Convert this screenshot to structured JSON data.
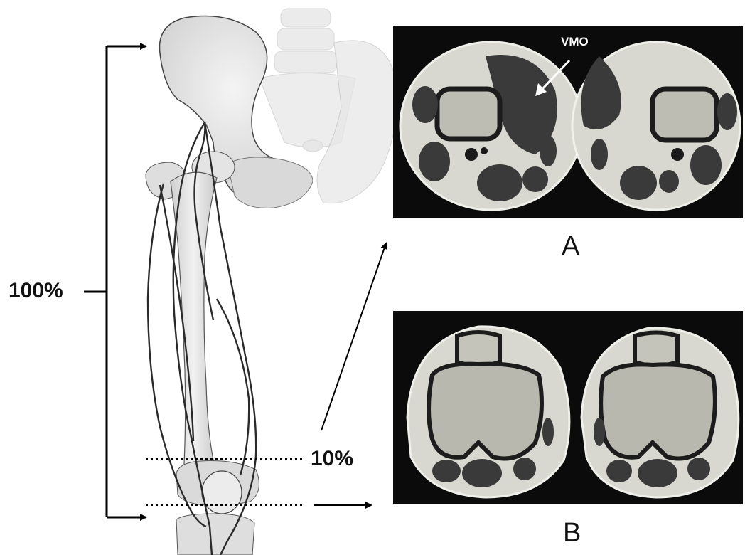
{
  "labels": {
    "full_length": "100%",
    "level": "10%",
    "muscle": "VMO",
    "panel_a": "A",
    "panel_b": "B"
  },
  "colors": {
    "arrow": "#000000",
    "bone_fill": "#e6e6e6",
    "muscle_outline": "#2a2a2a",
    "mri_background": "#0b0b0b",
    "fat_signal": "#d8d8d0",
    "muscle_signal": "#3a3a3a"
  }
}
